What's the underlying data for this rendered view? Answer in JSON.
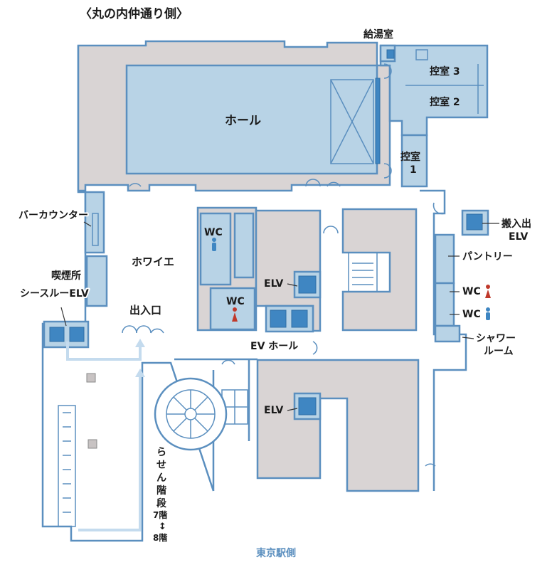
{
  "map": {
    "side_north": "〈丸の内仲通り側〉",
    "side_south": "東京駅側",
    "labels": {
      "hall": "ホール",
      "foyer": "ホワイエ",
      "entrance": "出入口",
      "bar_counter": "バーカウンター",
      "smoking": "喫煙所",
      "see_through_elv": "シースルーELV",
      "kyuto": "給湯室",
      "hikae3": "控室 3",
      "hikae2": "控室 2",
      "hikae1_line1": "控室",
      "hikae1_line2": "1",
      "freight_line1": "搬入出",
      "freight_line2": "ELV",
      "pantry": "パントリー",
      "wc_men_upper": "WC",
      "wc_women_upper": "WC",
      "wc_women_right": "WC",
      "wc_men_right": "WC",
      "shower_line1": "シャワー",
      "shower_line2": "ルーム",
      "elv_upper": "ELV",
      "elv_lower": "ELV",
      "ev_hall": "EV ホール",
      "spiral_1": "ら",
      "spiral_2": "せ",
      "spiral_3": "ん",
      "spiral_4": "階",
      "spiral_5": "段",
      "floor_7": "7階",
      "floor_arrow": "↕",
      "floor_8": "8階"
    },
    "colors": {
      "wall": "#5b8fbf",
      "room_gray": "#d9d4d4",
      "room_blue": "#b8d3e6",
      "elevator": "#3f86c2",
      "men": "#3f86c2",
      "women": "#c0392b",
      "route": "#c4dbee"
    },
    "icons": [
      "man-icon",
      "woman-icon",
      "elevator-icon",
      "door-swing-icon",
      "stairs-icon",
      "escalator-icon",
      "route-arrow-icon"
    ]
  }
}
